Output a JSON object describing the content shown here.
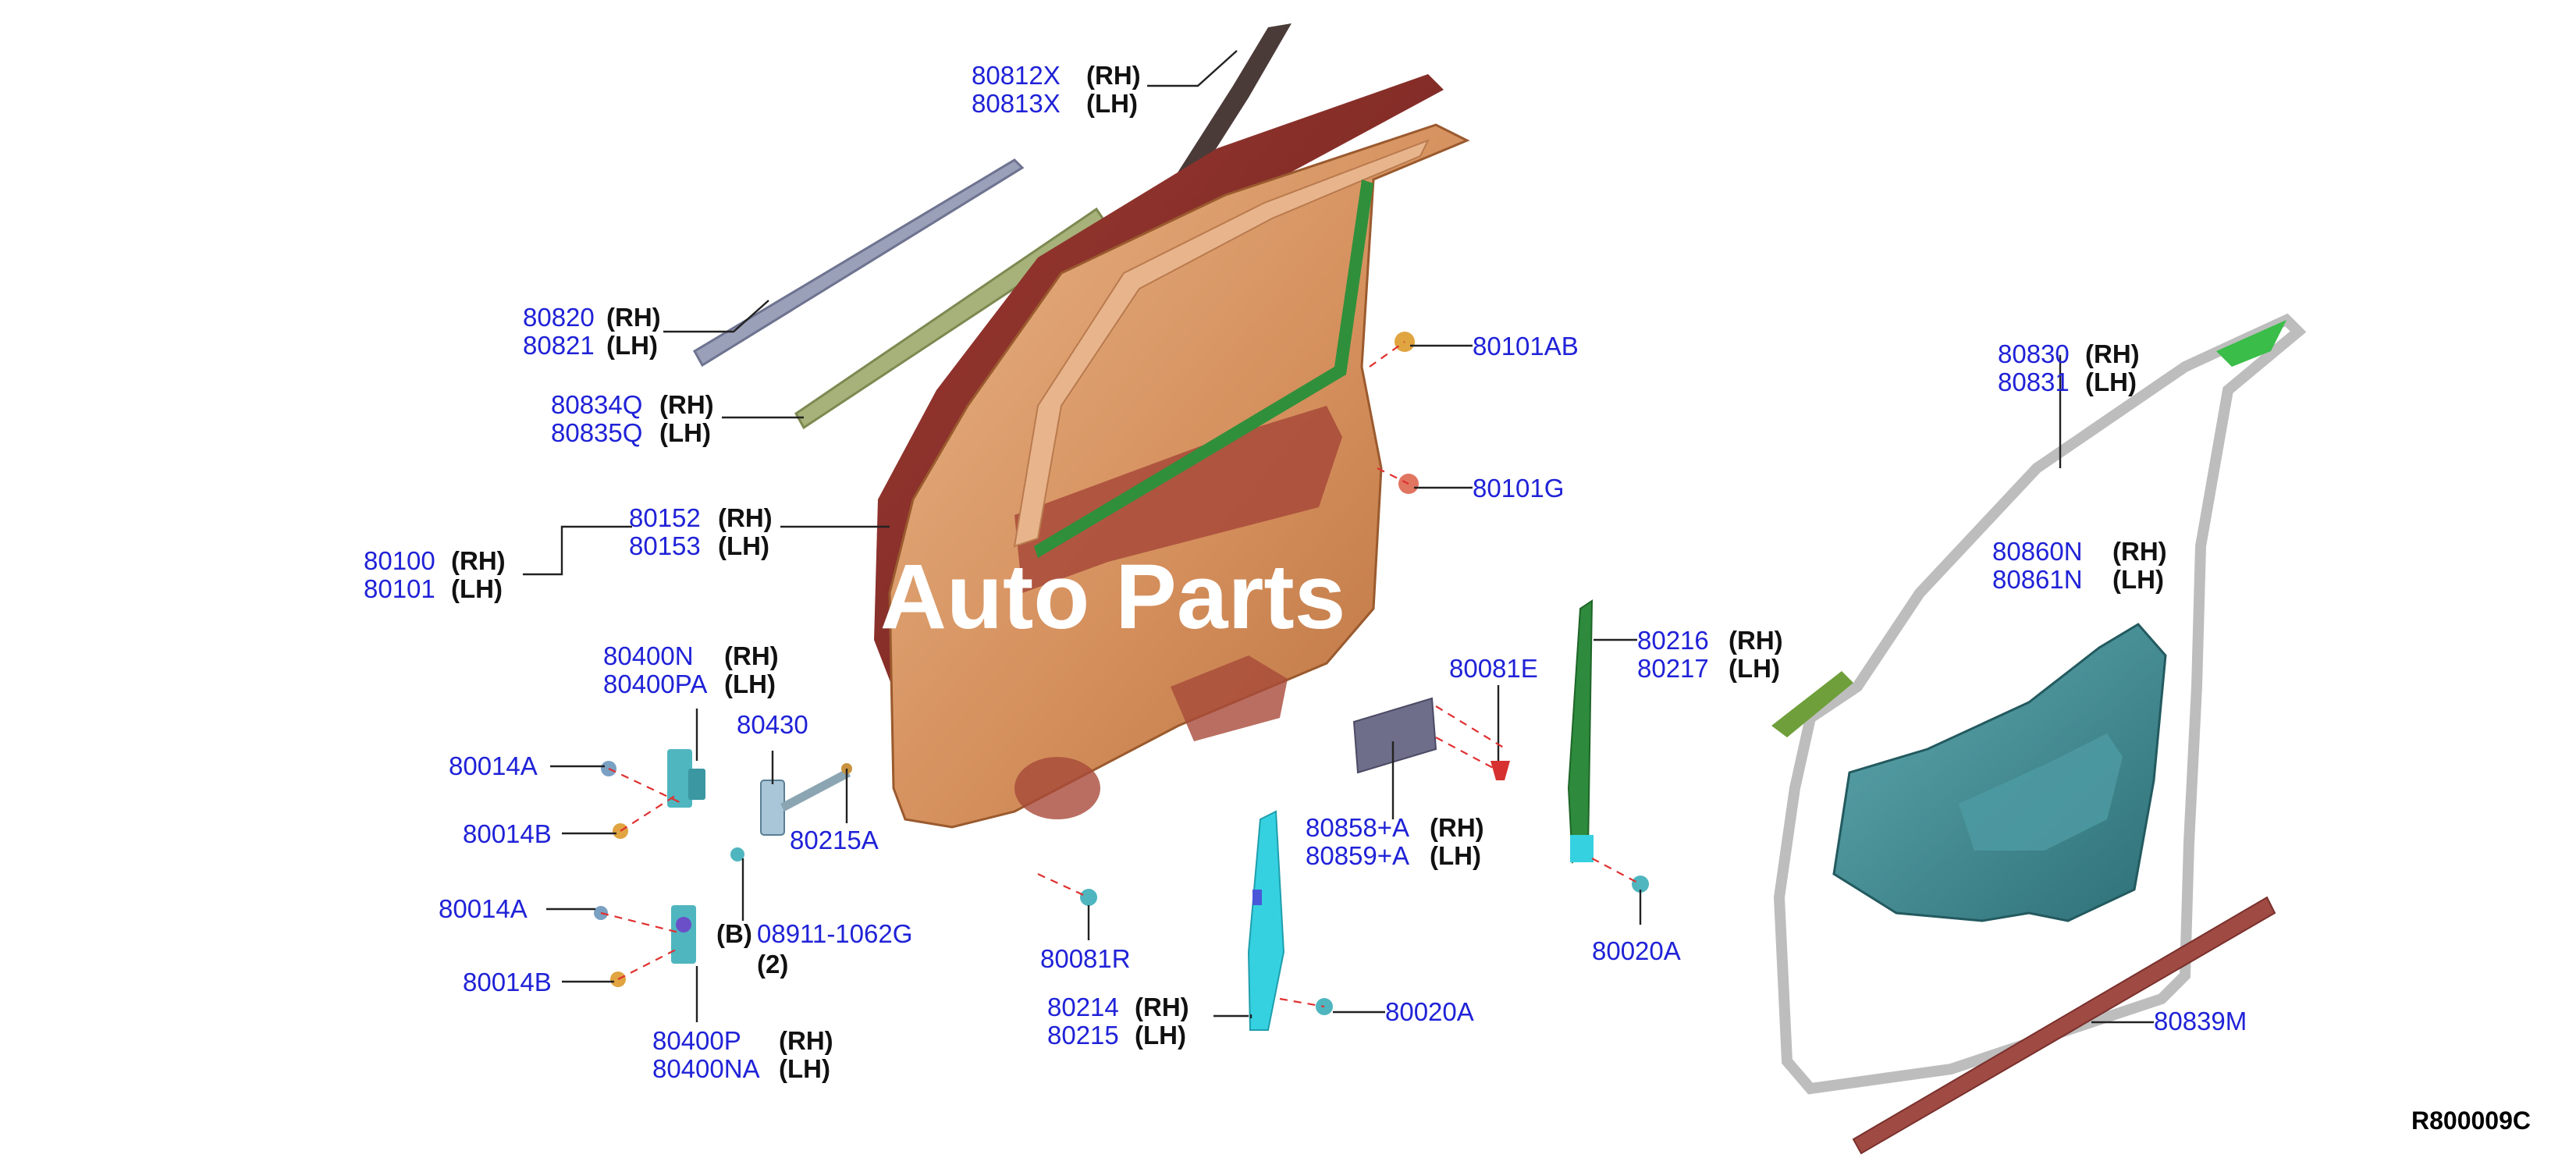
{
  "callouts": {
    "c80812": {
      "a": "80812X",
      "b": "80813X",
      "ta": "(RH)",
      "tb": "(LH)"
    },
    "c80820": {
      "a": "80820",
      "b": "80821",
      "ta": "(RH)",
      "tb": "(LH)"
    },
    "c80834": {
      "a": "80834Q",
      "b": "80835Q",
      "ta": "(RH)",
      "tb": "(LH)"
    },
    "c80152": {
      "a": "80152",
      "b": "80153",
      "ta": "(RH)",
      "tb": "(LH)"
    },
    "c80100": {
      "a": "80100",
      "b": "80101",
      "ta": "(RH)",
      "tb": "(LH)"
    },
    "c80400N": {
      "a": "80400N",
      "b": "80400PA",
      "ta": "(RH)",
      "tb": "(LH)"
    },
    "c80400P": {
      "a": "80400P",
      "b": "80400NA",
      "ta": "(RH)",
      "tb": "(LH)"
    },
    "c80858": {
      "a": "80858+A",
      "b": "80859+A",
      "ta": "(RH)",
      "tb": "(LH)"
    },
    "c80214": {
      "a": "80214",
      "b": "80215",
      "ta": "(RH)",
      "tb": "(LH)"
    },
    "c80216": {
      "a": "80216",
      "b": "80217",
      "ta": "(RH)",
      "tb": "(LH)"
    },
    "c80830": {
      "a": "80830",
      "b": "80831",
      "ta": "(RH)",
      "tb": "(LH)"
    },
    "c80860": {
      "a": "80860N",
      "b": "80861N",
      "ta": "(RH)",
      "tb": "(LH)"
    }
  },
  "singles": {
    "s80101AB": "80101AB",
    "s80101G": "80101G",
    "s80081E": "80081E",
    "s80430": "80430",
    "s80014A_1": "80014A",
    "s80014B_1": "80014B",
    "s80014A_2": "80014A",
    "s80014B_2": "80014B",
    "s80215A": "80215A",
    "s80081R": "80081R",
    "s80020A_1": "80020A",
    "s80020A_2": "80020A",
    "s80839M": "80839M"
  },
  "bolt": {
    "prefix": "(B)",
    "part": "08911-1062G",
    "qty": "(2)"
  },
  "watermark": "t Auto Parts",
  "diagram_ref": "R800009C",
  "colors": {
    "part_number": "#1f22d6",
    "door_outer": "#8e2b26",
    "door_inner": "#d89a6a",
    "seal_green": "#2f8f3a",
    "weatherstrip": "#b9b9b9",
    "trim_teal": "#3e8c93",
    "cyan_part": "#36d1e0",
    "molding": "#a04a44"
  }
}
